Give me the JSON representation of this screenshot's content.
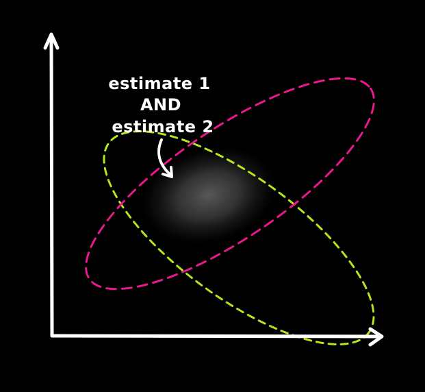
{
  "annotation": {
    "line1": "estimate 1",
    "line2": "AND",
    "line3": "estimate 2"
  },
  "colors": {
    "background": "#000000",
    "axes": "#ffffff",
    "estimate_1": "#e8198b",
    "estimate_2": "#b5e61d",
    "overlap_glow": "#5a5a5a"
  }
}
